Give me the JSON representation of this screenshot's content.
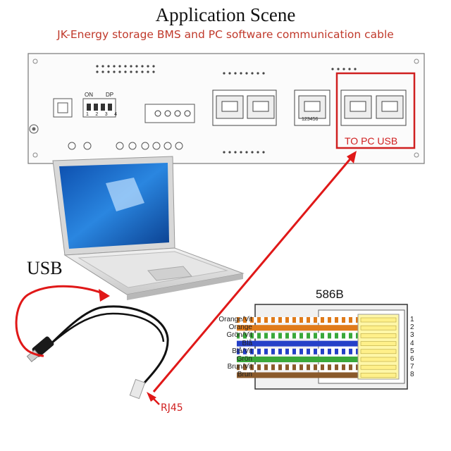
{
  "title": "Application Scene",
  "subtitle": "JK-Energy storage BMS and PC software communication cable",
  "board": {
    "port_label_to_pc": "TO  PC USB",
    "switch_labels": [
      "1",
      "2",
      "3",
      "4"
    ],
    "switch_text_on": "ON",
    "switch_text_dp": "DP",
    "connector_pin_text": "123456"
  },
  "cable": {
    "usb_label": "USB",
    "rj45_label": "RJ45"
  },
  "pinout": {
    "standard": "586B",
    "wires": [
      {
        "name": "Orange/Vit",
        "pin": "1",
        "color": "#e07b1a",
        "striped": true
      },
      {
        "name": "Orange",
        "pin": "2",
        "color": "#e07b1a",
        "striped": false
      },
      {
        "name": "Grön/Vit",
        "pin": "3",
        "color": "#3aa83a",
        "striped": true
      },
      {
        "name": "Blå",
        "pin": "4",
        "color": "#2540c8",
        "striped": false
      },
      {
        "name": "Blå/Vit",
        "pin": "5",
        "color": "#2540c8",
        "striped": true
      },
      {
        "name": "Grön",
        "pin": "6",
        "color": "#3aa83a",
        "striped": false
      },
      {
        "name": "Brun/Vit",
        "pin": "7",
        "color": "#8a5a2b",
        "striped": true
      },
      {
        "name": "Brun",
        "pin": "8",
        "color": "#8a5a2b",
        "striped": false
      }
    ]
  },
  "colors": {
    "highlight_red": "#d02020",
    "board_outline": "#666666",
    "laptop_screen": "#1f6fd0"
  }
}
